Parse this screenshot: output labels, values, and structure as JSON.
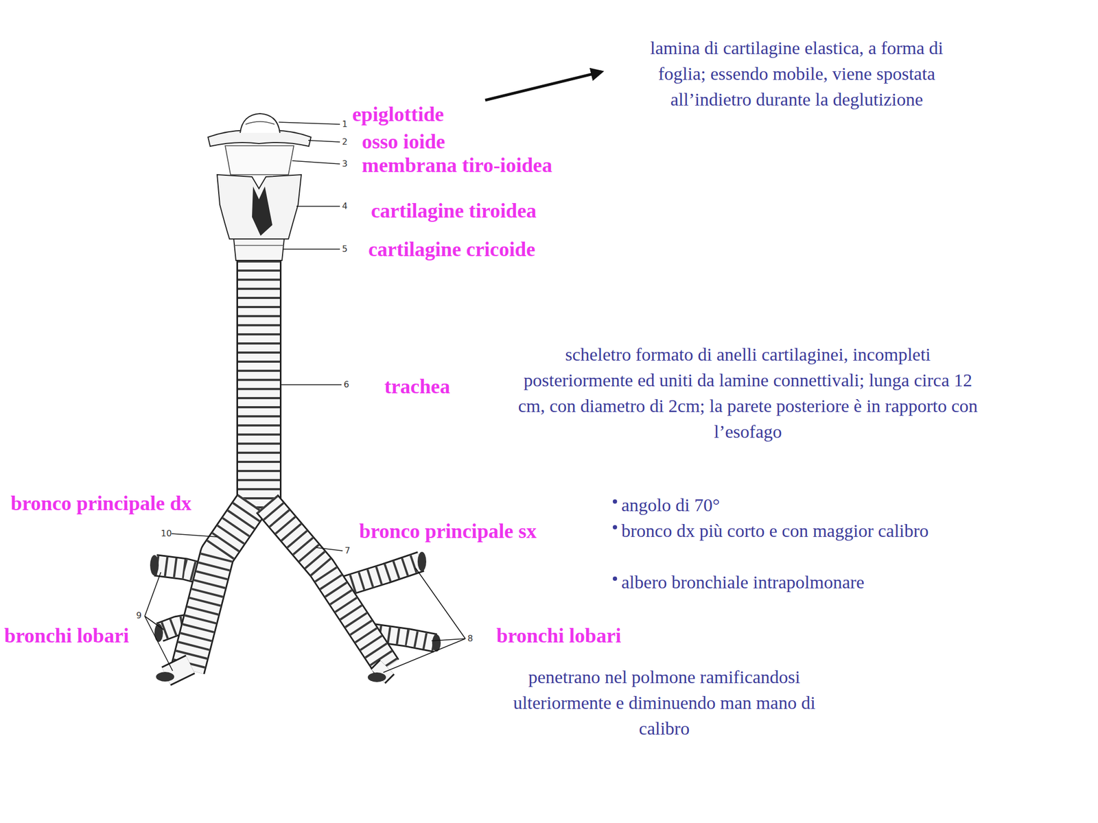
{
  "diagram": {
    "labels": [
      "lamina di cartilagine elastica, a forma di foglia; essendo mobile, viene spostata all’indietro durante la deglutizione",
      "epiglottide",
      "1",
      "osso ioide",
      "2",
      "membrana tiro-ioidea",
      "3",
      "cartilagine tiroidea",
      "4",
      "cartilagine cricoide",
      "5",
      "scheletro formato di anelli cartilaginei, incompleti posteriormente ed uniti da lamine connettivali; lunga circa 12 cm, con diametro di 2cm; la parete posteriore è in rapporto con l’esofago",
      "trachea",
      "6",
      "bronco principale dx",
      "angolo di 70°",
      "10",
      "bronco principale sx",
      "bronco dx più corto e con maggior calibro",
      "7",
      "albero bronchiale intrapolmonare",
      "9",
      "bronchi lobari",
      "bronchi lobari",
      "8",
      "penetrano nel polmone ramificandosi ulteriormente e diminuendo man mano di calibro"
    ]
  }
}
